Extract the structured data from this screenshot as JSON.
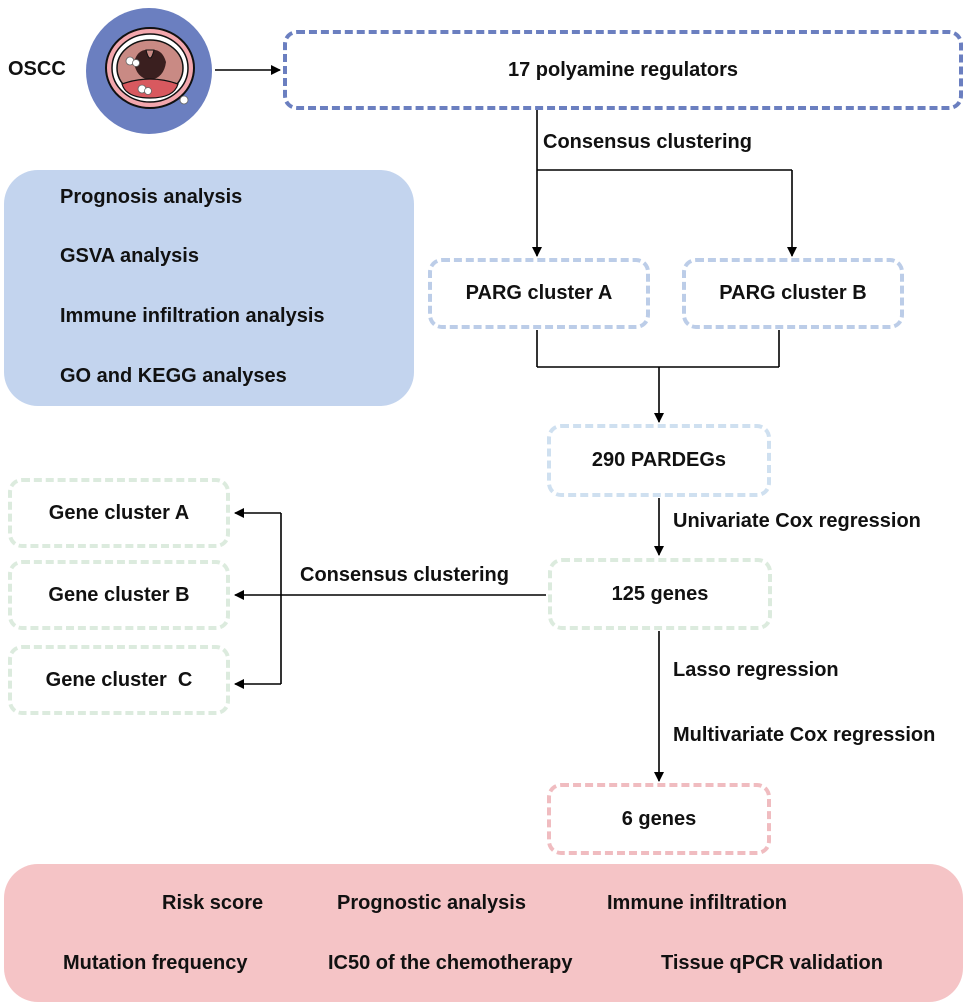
{
  "oscc": {
    "label": "OSCC"
  },
  "steps": {
    "regulators": "17 polyamine regulators",
    "consensus_top": "Consensus clustering",
    "parg_a": "PARG cluster A",
    "parg_b": "PARG cluster B",
    "pardegs": "290 PARDEGs",
    "univariate": "Univariate Cox regression",
    "genes125": "125 genes",
    "consensus_left": "Consensus clustering",
    "lasso": "Lasso regression",
    "multivariate": "Multivariate Cox regression",
    "genes6": "6 genes"
  },
  "gene_clusters": [
    "Gene cluster A",
    "Gene cluster B",
    "Gene cluster  C"
  ],
  "blue_panel": {
    "items": [
      "Prognosis analysis",
      "GSVA analysis",
      "Immune infiltration analysis",
      "GO and KEGG analyses"
    ]
  },
  "pink_panel": {
    "row1": [
      "Risk score",
      "Prognostic analysis",
      "Immune infiltration"
    ],
    "row2": [
      "Mutation frequency",
      "IC50 of the chemotherapy",
      "Tissue qPCR validation"
    ]
  },
  "colors": {
    "navy_dash": "#6b7fc0",
    "light_blue_dash": "#bccde8",
    "pale_blue_dash": "#cfe0f0",
    "green_dash": "#dcebde",
    "pink_dash": "#f0bcc0",
    "blue_panel": "#c3d4ee",
    "pink_panel": "#f5c4c6",
    "icon_circle": "#6b7fc0"
  }
}
